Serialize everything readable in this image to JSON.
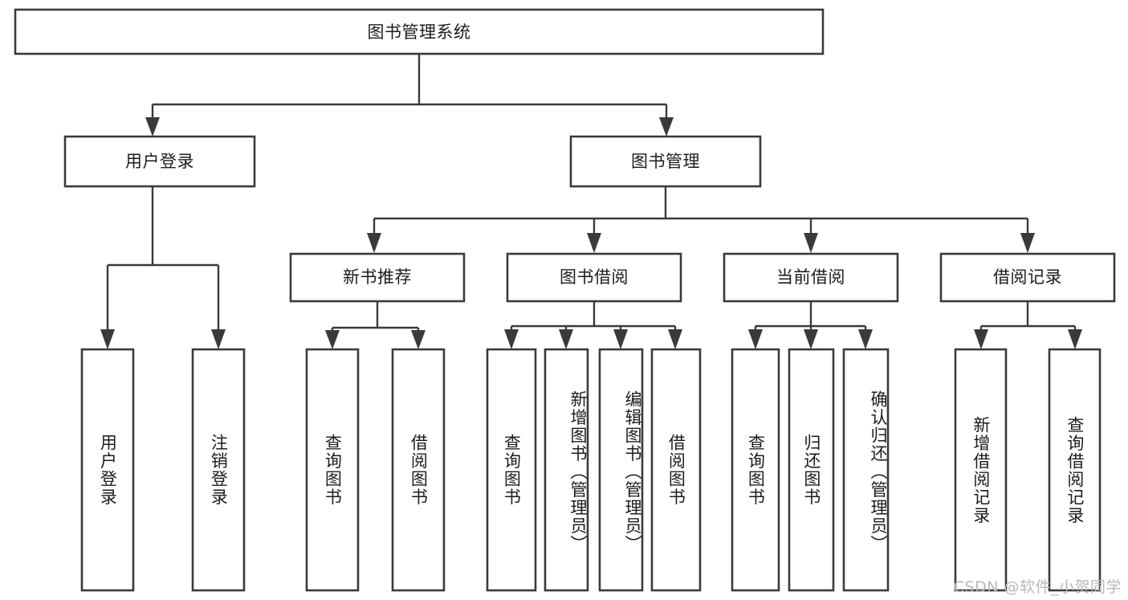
{
  "diagram": {
    "type": "tree-hierarchy",
    "title": "图书管理系统",
    "watermark": "CSDN @软件_小贺同学",
    "colors": {
      "box_stroke": "#3a3a3a",
      "box_fill": "#ffffff",
      "connector": "#3a3a3a",
      "text": "#1c1c1c",
      "watermark": "#b9b9b9",
      "background": "#ffffff"
    },
    "root": {
      "label": "图书管理系统"
    },
    "level2": [
      {
        "label": "用户登录"
      },
      {
        "label": "图书管理"
      }
    ],
    "level3": [
      {
        "label": "新书推荐"
      },
      {
        "label": "图书借阅"
      },
      {
        "label": "当前借阅"
      },
      {
        "label": "借阅记录"
      }
    ],
    "leaves": {
      "user_login": [
        {
          "label": "用户登录"
        },
        {
          "label": "注销登录"
        }
      ],
      "new_book_recommend": [
        {
          "label": "查询图书"
        },
        {
          "label": "借阅图书"
        }
      ],
      "book_borrow": [
        {
          "label": "查询图书"
        },
        {
          "label": "新增图书（管理员）"
        },
        {
          "label": "编辑图书（管理员）"
        },
        {
          "label": "借阅图书"
        }
      ],
      "current_borrow": [
        {
          "label": "查询图书"
        },
        {
          "label": "归还图书"
        },
        {
          "label": "确认归还（管理员）"
        }
      ],
      "borrow_records": [
        {
          "label": "新增借阅记录"
        },
        {
          "label": "查询借阅记录"
        }
      ]
    }
  }
}
